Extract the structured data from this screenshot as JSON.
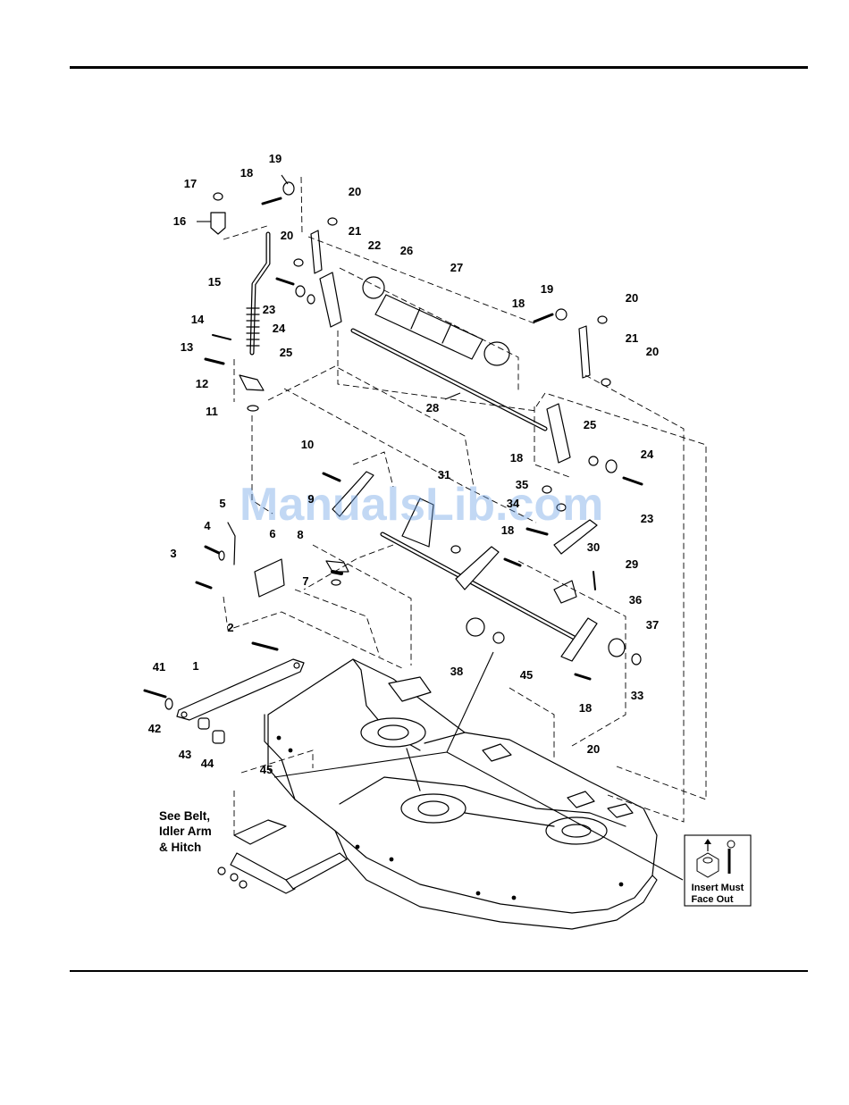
{
  "part_callouts": [
    {
      "id": "c1",
      "label": "1"
    },
    {
      "id": "c2",
      "label": "2"
    },
    {
      "id": "c3",
      "label": "3"
    },
    {
      "id": "c4",
      "label": "4"
    },
    {
      "id": "c5",
      "label": "5"
    },
    {
      "id": "c6",
      "label": "6"
    },
    {
      "id": "c7",
      "label": "7"
    },
    {
      "id": "c8",
      "label": "8"
    },
    {
      "id": "c9",
      "label": "9"
    },
    {
      "id": "c10",
      "label": "10"
    },
    {
      "id": "c11",
      "label": "11"
    },
    {
      "id": "c12",
      "label": "12"
    },
    {
      "id": "c13",
      "label": "13"
    },
    {
      "id": "c14",
      "label": "14"
    },
    {
      "id": "c15",
      "label": "15"
    },
    {
      "id": "c16",
      "label": "16"
    },
    {
      "id": "c17",
      "label": "17"
    },
    {
      "id": "c18a",
      "label": "18"
    },
    {
      "id": "c19a",
      "label": "19"
    },
    {
      "id": "c20a",
      "label": "20"
    },
    {
      "id": "c20b",
      "label": "20"
    },
    {
      "id": "c21a",
      "label": "21"
    },
    {
      "id": "c22",
      "label": "22"
    },
    {
      "id": "c23a",
      "label": "23"
    },
    {
      "id": "c24a",
      "label": "24"
    },
    {
      "id": "c25a",
      "label": "25"
    },
    {
      "id": "c26",
      "label": "26"
    },
    {
      "id": "c27",
      "label": "27"
    },
    {
      "id": "c28",
      "label": "28"
    },
    {
      "id": "c18b",
      "label": "18"
    },
    {
      "id": "c19b",
      "label": "19"
    },
    {
      "id": "c20c",
      "label": "20"
    },
    {
      "id": "c21b",
      "label": "21"
    },
    {
      "id": "c20d",
      "label": "20"
    },
    {
      "id": "c25b",
      "label": "25"
    },
    {
      "id": "c24b",
      "label": "24"
    },
    {
      "id": "c23b",
      "label": "23"
    },
    {
      "id": "c18c",
      "label": "18"
    },
    {
      "id": "c35",
      "label": "35"
    },
    {
      "id": "c34",
      "label": "34"
    },
    {
      "id": "c31",
      "label": "31"
    },
    {
      "id": "c18d",
      "label": "18"
    },
    {
      "id": "c30",
      "label": "30"
    },
    {
      "id": "c29",
      "label": "29"
    },
    {
      "id": "c36",
      "label": "36"
    },
    {
      "id": "c37",
      "label": "37"
    },
    {
      "id": "c33",
      "label": "33"
    },
    {
      "id": "c18e",
      "label": "18"
    },
    {
      "id": "c38",
      "label": "38"
    },
    {
      "id": "c45a",
      "label": "45"
    },
    {
      "id": "c41",
      "label": "41"
    },
    {
      "id": "c42",
      "label": "42"
    },
    {
      "id": "c43",
      "label": "43"
    },
    {
      "id": "c44",
      "label": "44"
    },
    {
      "id": "c45b",
      "label": "45"
    },
    {
      "id": "c20e",
      "label": "20"
    }
  ],
  "note_text": [
    "See Belt,",
    "Idler Arm",
    "& Hitch"
  ],
  "insert_note": [
    "Insert Must",
    "Face Out"
  ],
  "watermark": "ManualsLib.com"
}
